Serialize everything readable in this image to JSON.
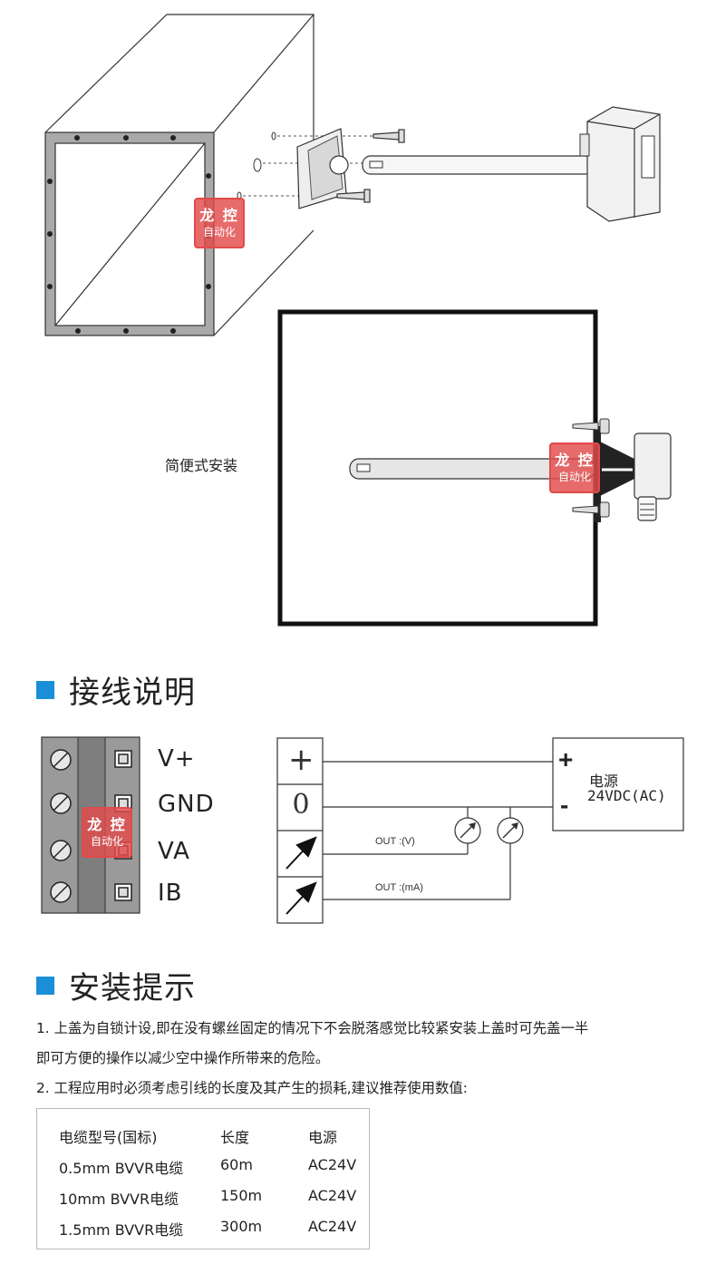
{
  "watermark": {
    "line1": "龙 控",
    "line2": "自动化"
  },
  "install_caption": "简便式安装",
  "wiring": {
    "heading": "接线说明",
    "terminals": [
      "V+",
      "GND",
      "VA",
      "IB"
    ],
    "symbols": {
      "plus": "+",
      "zero": "0"
    },
    "out_v": "OUT :(V)",
    "out_ma": "OUT :(mA)",
    "power": {
      "plus": "+",
      "minus": "-",
      "label": "电源",
      "spec": "24VDC(AC)"
    }
  },
  "tips": {
    "heading": "安装提示",
    "line1": "1. 上盖为自锁计设,即在没有螺丝固定的情况下不会脱落感觉比较紧安装上盖时可先盖一半",
    "line1b": "即可方便的操作以减少空中操作所带来的危险。",
    "line2": "2. 工程应用时必须考虑引线的长度及其产生的损耗,建议推荐使用数值:"
  },
  "cable_table": {
    "headers": [
      "电缆型号(国标)",
      "长度",
      "电源"
    ],
    "rows": [
      [
        "0.5mm BVVR电缆",
        "60m",
        "AC24V"
      ],
      [
        "10mm BVVR电缆",
        "150m",
        "AC24V"
      ],
      [
        "1.5mm BVVR电缆",
        "300m",
        "AC24V"
      ]
    ]
  },
  "colors": {
    "accent": "#1a8fd8",
    "stamp": "#e24a4a",
    "gasket": "#aaaaaa"
  }
}
